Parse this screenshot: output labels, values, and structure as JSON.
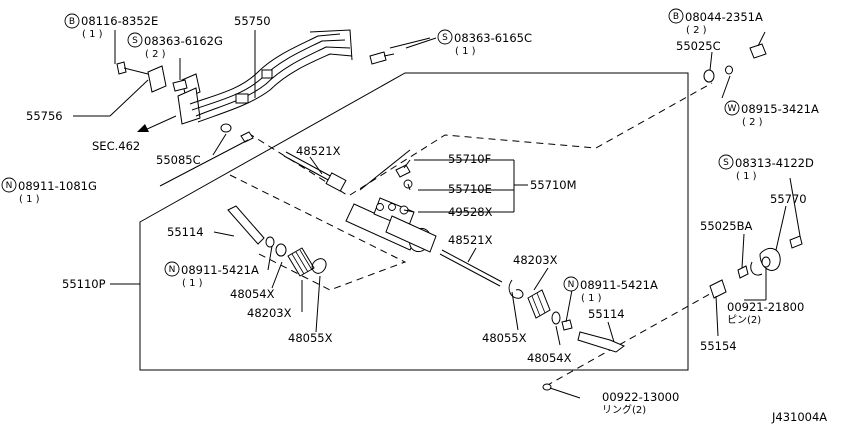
{
  "parts": {
    "p55750": "55750",
    "p08116": "08116-8352E",
    "p08116_qty": "( 1 )",
    "p08363_6162G": "08363-6162G",
    "p08363_6162G_qty": "( 2 )",
    "p08363_6165C": "08363-6165C",
    "p08363_6165C_qty": "( 1 )",
    "p55756": "55756",
    "sec462": "SEC.462",
    "p55085C": "55085C",
    "p08911_1081G": "08911-1081G",
    "p08911_1081G_qty": "( 1 )",
    "p48521X_a": "48521X",
    "p55710F": "55710F",
    "p55710E": "55710E",
    "p55710M": "55710M",
    "p49528X": "49528X",
    "p48521X_b": "48521X",
    "p55114_a": "55114",
    "p08911_5421A_a": "08911-5421A",
    "p08911_5421A_a_qty": "( 1 )",
    "p48054X_a": "48054X",
    "p48203X_a": "48203X",
    "p48055X_a": "48055X",
    "p55110P": "55110P",
    "p48203X_b": "48203X",
    "p08911_5421A_b": "08911-5421A",
    "p08911_5421A_b_qty": "( 1 )",
    "p55114_b": "55114",
    "p48055X_b": "48055X",
    "p48054X_b": "48054X",
    "p08044": "08044-2351A",
    "p08044_qty": "( 2 )",
    "p55025C": "55025C",
    "p08915": "08915-3421A",
    "p08915_qty": "( 2 )",
    "p08313": "08313-4122D",
    "p08313_qty": "( 1 )",
    "p55770": "55770",
    "p55025BA": "55025BA",
    "p00921": "00921-21800",
    "p00921_sub": "ピン(2)",
    "p55154": "55154",
    "p00922": "00922-13000",
    "p00922_sub": "リング(2)",
    "figure_id": "J431004A"
  },
  "symbols": {
    "bolt": "B",
    "screw": "S",
    "nut": "N",
    "washer": "W"
  }
}
